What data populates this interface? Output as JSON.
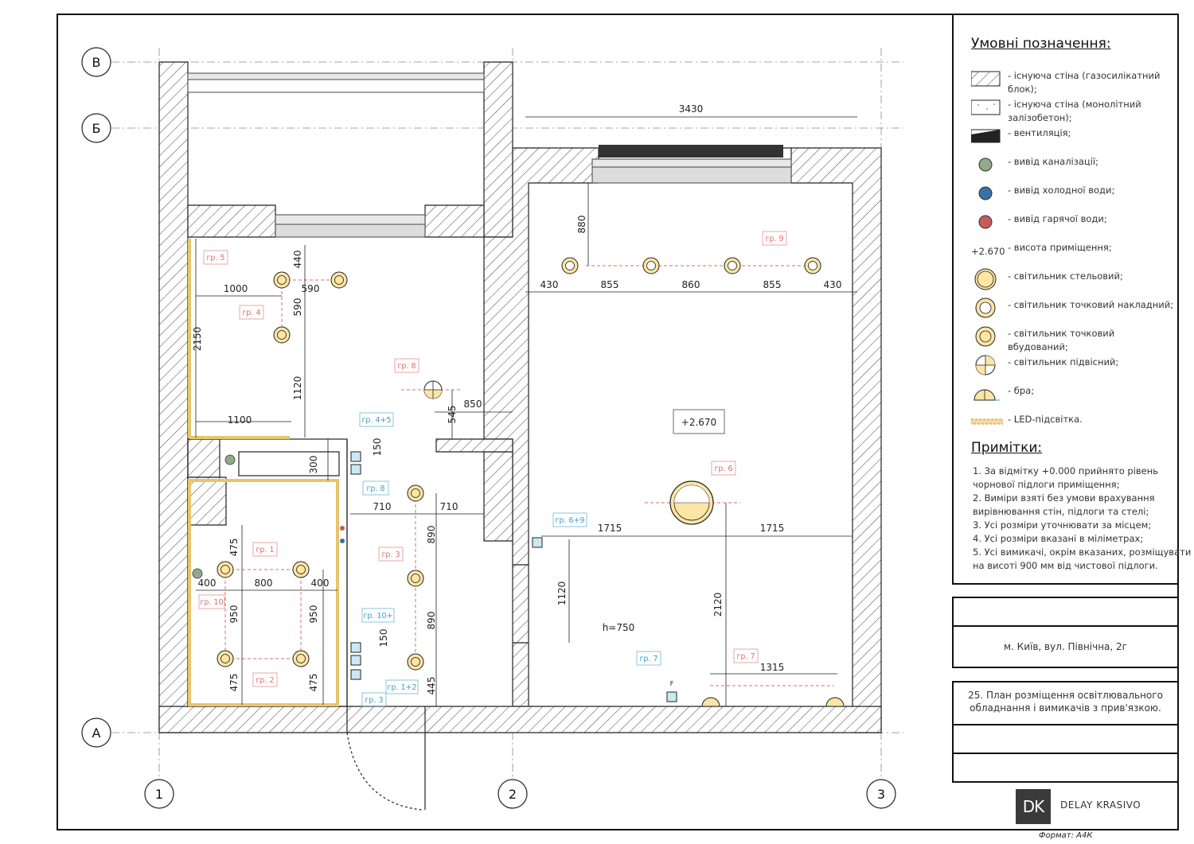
{
  "axes": {
    "rows": [
      "В",
      "Б",
      "А"
    ],
    "cols": [
      "1",
      "2",
      "3"
    ]
  },
  "dimensions": {
    "top_span": "3430",
    "d880": "880",
    "row_main": [
      "430",
      "855",
      "860",
      "855",
      "430"
    ],
    "d440": "440",
    "d590a": "590",
    "d1000": "1000",
    "d590b": "590",
    "d2150": "2150",
    "d1120a": "1120",
    "d1100": "1100",
    "d850": "850",
    "d545": "545",
    "d150a": "150",
    "d300": "300",
    "d710a": "710",
    "d710b": "710",
    "d890a": "890",
    "d890b": "890",
    "d445": "445",
    "d150b": "150",
    "d475a": "475",
    "d400a": "400",
    "d800": "800",
    "d400b": "400",
    "d950a": "950",
    "d950b": "950",
    "d475b": "475",
    "d475c": "475",
    "d1715a": "1715",
    "d1715b": "1715",
    "d1120b": "1120",
    "d2120": "2120",
    "d1315": "1315",
    "h750": "h=750"
  },
  "height_mark": "+2.670",
  "groups": {
    "g5": "гр. 5",
    "g4": "гр. 4",
    "g8": "гр. 8",
    "g9": "гр. 9",
    "g6": "гр. 6",
    "g3": "гр. 3",
    "g1": "гр. 1",
    "g2": "гр. 2",
    "g10": "гр. 10",
    "g7r": "гр. 7",
    "s45": "гр. 4+5",
    "s8": "гр. 8",
    "s69": "гр. 6+9",
    "s10": "гр. 10+",
    "s12": "гр. 1+2",
    "s3": "гр. 3",
    "s7": "гр. 7"
  },
  "switch_letter": "F",
  "colors": {
    "group_label": "#e36a6a",
    "switch_label": "#3aa0c8",
    "lamp_fill": "#fde5a6",
    "led": "#e8c56a",
    "sewer": "#8fab8a",
    "cold": "#3a6fa8",
    "hot": "#c85a5a",
    "vent": "#333333"
  },
  "legend": {
    "title": "Умовні позначення:",
    "items": [
      {
        "icon": "hatch-wall-icon",
        "text": "- існуюча стіна (газосилікатний блок);"
      },
      {
        "icon": "concrete-wall-icon",
        "text": " - існуюча стіна (монолітний залізобетон);"
      },
      {
        "icon": "ventilation-icon",
        "text": "- вентиляція;"
      },
      {
        "icon": "sewer-outlet-icon",
        "text": "- вивід каналізації;"
      },
      {
        "icon": "cold-water-icon",
        "text": "- вивід холодної води;"
      },
      {
        "icon": "hot-water-icon",
        "text": "- вивід гарячої води;"
      },
      {
        "icon": "height-mark-icon",
        "label": "+2.670",
        "text": "- висота приміщення;"
      },
      {
        "icon": "ceiling-lamp-icon",
        "text": "- світильник стельовий;"
      },
      {
        "icon": "surface-spot-icon",
        "text": "- світильник точковий накладний;"
      },
      {
        "icon": "recessed-spot-icon",
        "text": "- світильник точковий вбудований;"
      },
      {
        "icon": "pendant-lamp-icon",
        "text": "- світильник підвісний;"
      },
      {
        "icon": "sconce-icon",
        "text": "- бра;"
      },
      {
        "icon": "led-strip-icon",
        "text": "- LED-підсвітка."
      }
    ]
  },
  "notes": {
    "title": "Примітки:",
    "lines": [
      "1. За відмітку +0.000 прийнято рівень",
      "чорнової підлоги приміщення;",
      "2. Виміри взяті без умови врахування",
      "вирівнювання стін, підлоги та стелі;",
      "3. Усі розміри уточнювати за місцем;",
      "4. Усі розміри вказані в міліметрах;",
      "5. Усі вимикачі, окрім вказаних, розміщувати",
      "на висоті 900 мм від чистової підлоги."
    ]
  },
  "title_block": {
    "address": "м. Київ, вул. Північна, 2г",
    "sheet_title_1": "25. План розміщення освітлювального",
    "sheet_title_2": "обладнання і вимикачів з прив'язкою.",
    "logo": "DK",
    "company": "DELAY KRASIVO",
    "format": "Формат: А4К"
  }
}
